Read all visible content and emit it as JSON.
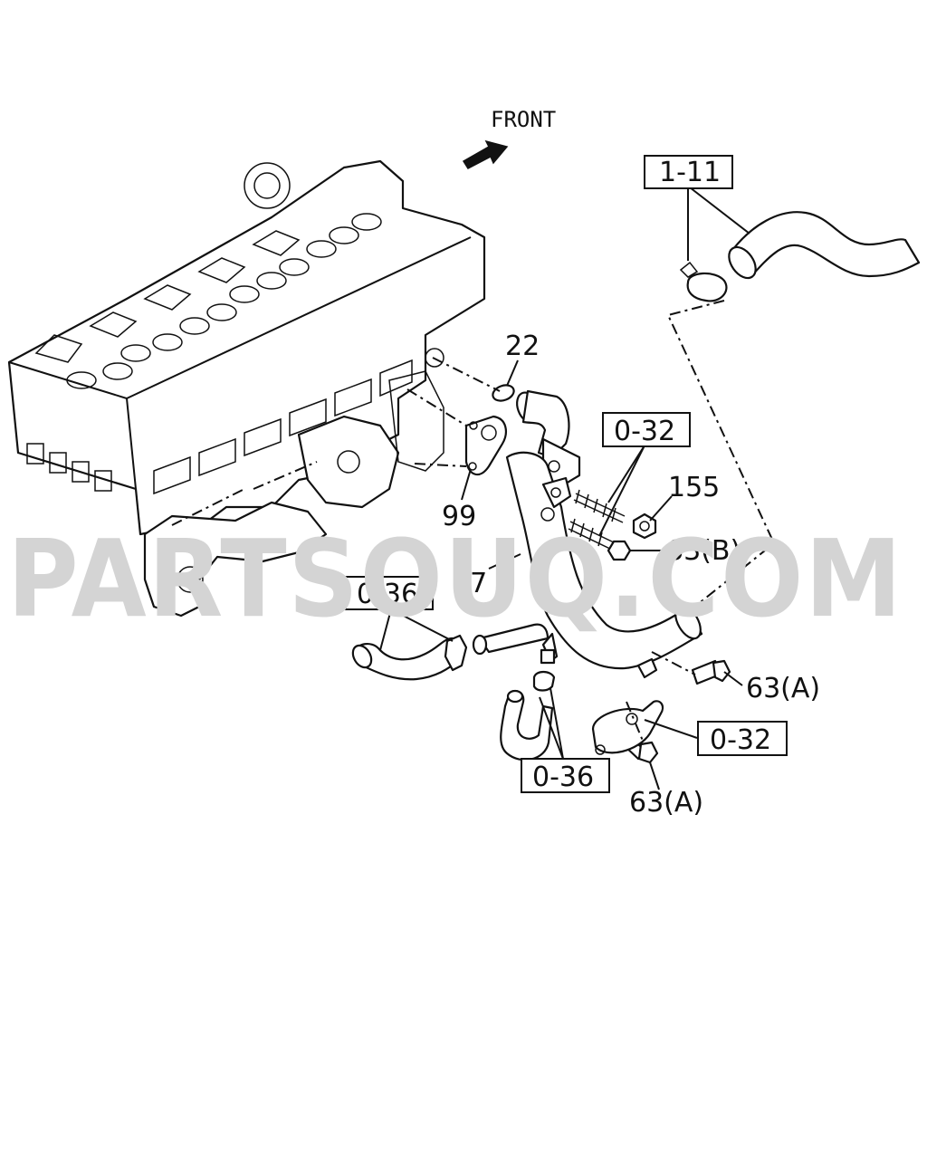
{
  "direction_label": "FRONT",
  "watermark": "PARTSOUQ.COM",
  "callouts": {
    "ref_1_11": "1-11",
    "ref_0_32_top": "0-32",
    "ref_0_36_left": "0-36",
    "ref_0_32_bottom": "0-32",
    "ref_0_36_bottom": "0-36",
    "part_22": "22",
    "part_99": "99",
    "part_97": "97",
    "part_155": "155",
    "part_63b": "63(B)",
    "part_63a_right": "63(A)",
    "part_63a_bottom": "63(A)"
  }
}
